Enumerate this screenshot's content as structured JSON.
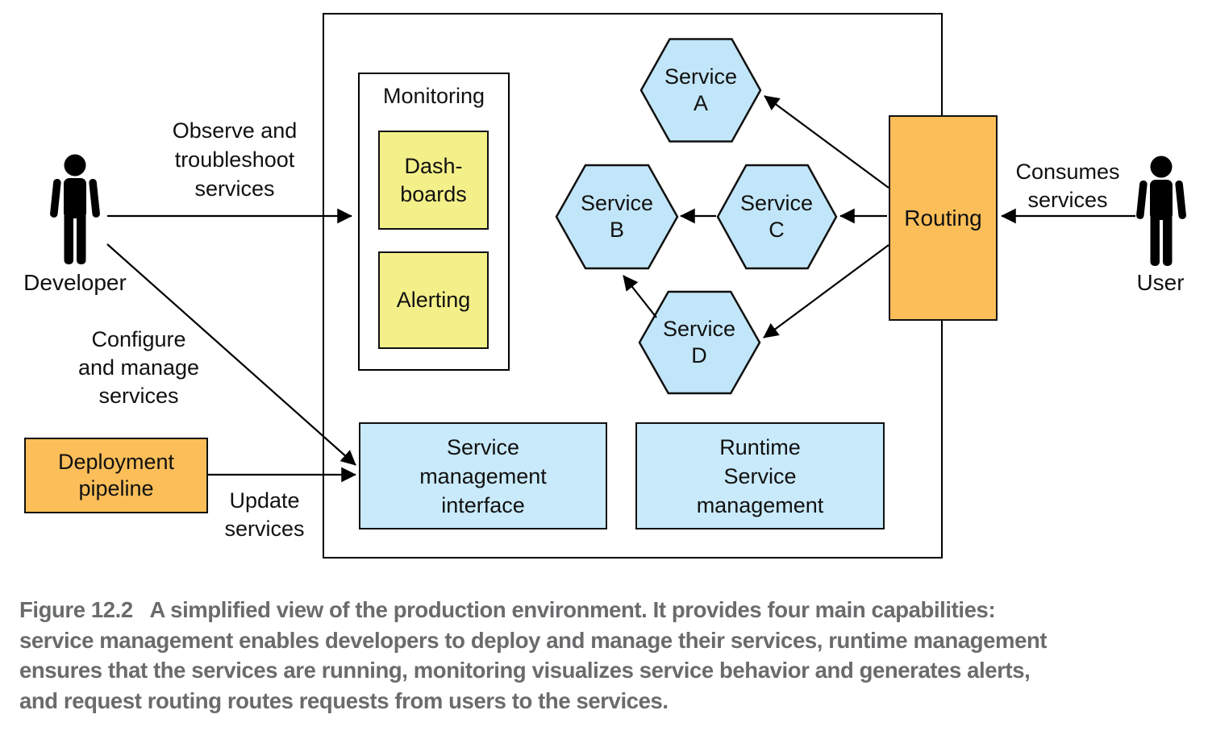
{
  "figure": {
    "actors": {
      "developer": {
        "label": "Developer"
      },
      "user": {
        "label": "User"
      }
    },
    "annotations": {
      "observe": "Observe and\ntroubleshoot\nservices",
      "configure": "Configure\nand manage\nservices",
      "update": "Update\nservices",
      "consumes": "Consumes\nservices"
    },
    "environment": {
      "monitoring": {
        "title": "Monitoring",
        "dashboards": "Dash-\nboards",
        "alerting": "Alerting"
      },
      "routing": {
        "label": "Routing"
      },
      "services": {
        "a": "Service\nA",
        "b": "Service\nB",
        "c": "Service\nC",
        "d": "Service\nD"
      },
      "service_management": "Service\nmanagement\ninterface",
      "runtime_management": "Runtime\nService\nmanagement"
    },
    "deployment_pipeline": "Deployment\npipeline",
    "caption": {
      "lines": [
        "Figure 12.2   A simplified view of the production environment. It provides four main capabilities:",
        "service management enables developers to deploy and manage their services, runtime management",
        "ensures that the services are running, monitoring visualizes service behavior and generates alerts,",
        "and request routing routes requests from users to the services."
      ]
    },
    "colors": {
      "orange": "#FBBE59",
      "yellow": "#F4F089",
      "hexagon_blue": "#C2E6F9",
      "panel_blue": "#C9EAFA",
      "caption_gray": "#6A6B6D"
    }
  }
}
